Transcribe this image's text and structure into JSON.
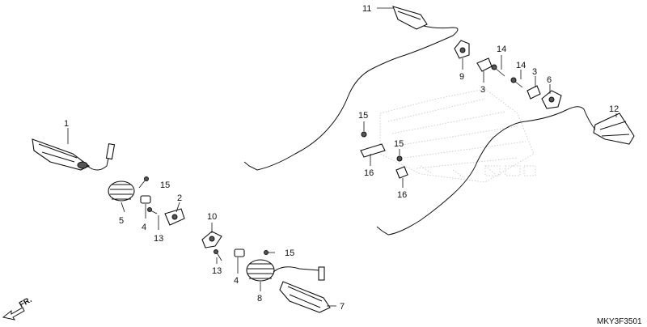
{
  "diagram": {
    "callouts": {
      "p1": "1",
      "p2": "2",
      "p3a": "3",
      "p3b": "3",
      "p4a": "4",
      "p4b": "4",
      "p5": "5",
      "p6": "6",
      "p7": "7",
      "p8": "8",
      "p9": "9",
      "p10": "10",
      "p11": "11",
      "p12": "12",
      "p13a": "13",
      "p13b": "13",
      "p14a": "14",
      "p14b": "14",
      "p15a": "15",
      "p15b": "15",
      "p15c": "15",
      "p15d": "15",
      "p16a": "16",
      "p16b": "16"
    },
    "direction_label": "FR.",
    "diagram_code": "MKY3F3501",
    "watermark_text": "HONDA"
  }
}
